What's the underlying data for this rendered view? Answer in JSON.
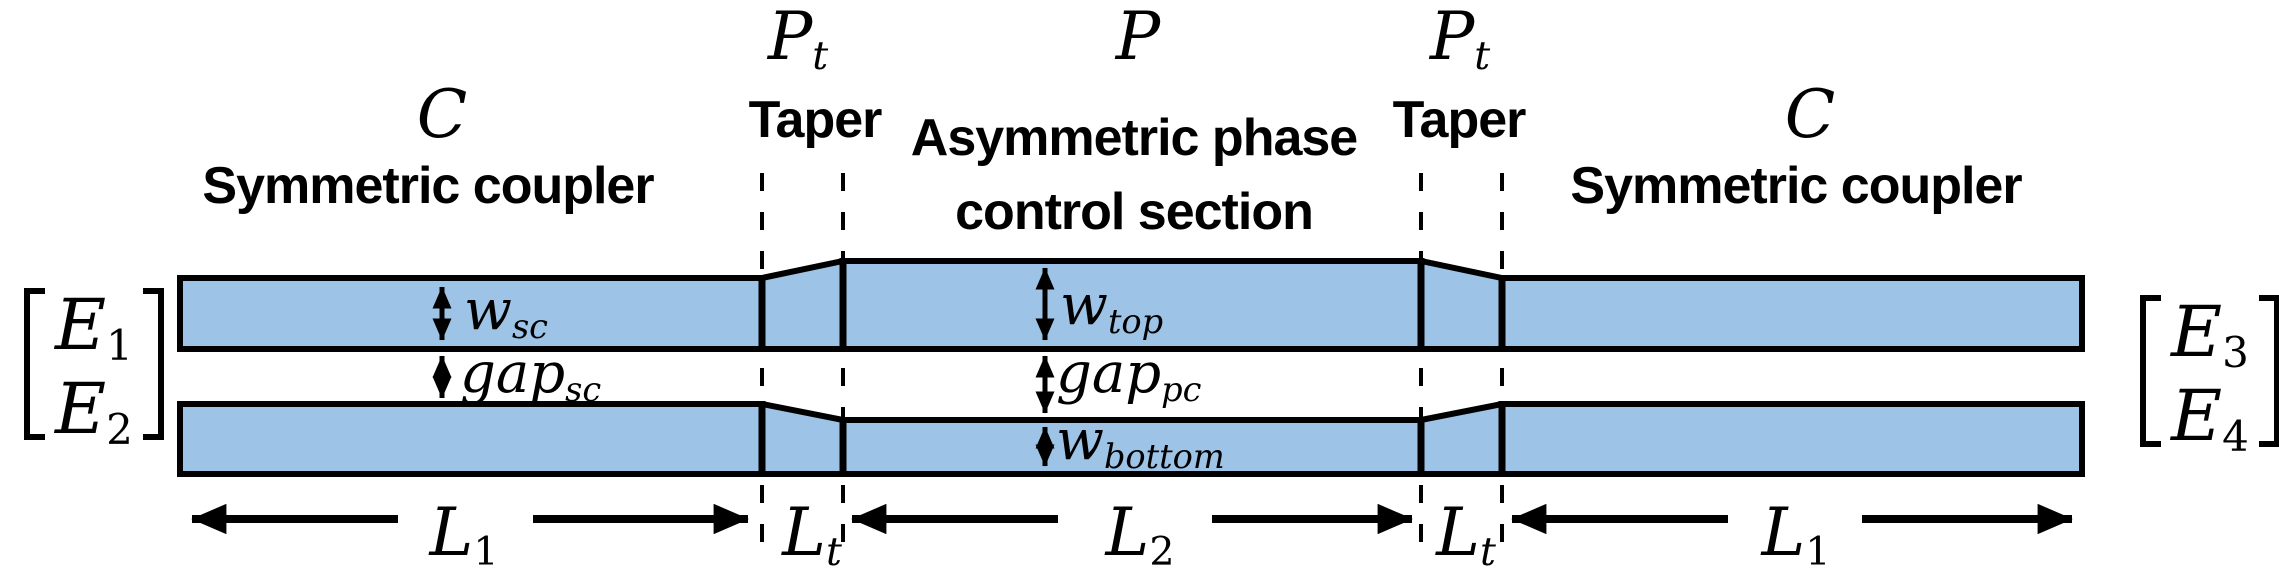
{
  "figure": {
    "type": "directional-coupler waveguide schematic",
    "background": "#FFFFFF"
  },
  "colors": {
    "waveguide_fill": "#9DC3E6",
    "outline": "#000000"
  },
  "sections": {
    "coupler_left": {
      "symbol": "C",
      "name": "Symmetric coupler"
    },
    "taper_left": {
      "symbol_base": "P",
      "symbol_sub": "t",
      "name": "Taper"
    },
    "phase_control": {
      "symbol": "P",
      "name_line1": "Asymmetric phase",
      "name_line2": "control section"
    },
    "taper_right": {
      "symbol_base": "P",
      "symbol_sub": "t",
      "name": "Taper"
    },
    "coupler_right": {
      "symbol": "C",
      "name": "Symmetric coupler"
    }
  },
  "ports": {
    "input_top": {
      "base": "E",
      "sub": "1"
    },
    "input_bottom": {
      "base": "E",
      "sub": "2"
    },
    "output_top": {
      "base": "E",
      "sub": "3"
    },
    "output_bottom": {
      "base": "E",
      "sub": "4"
    }
  },
  "dimensions": {
    "w_sc": {
      "base": "w",
      "sub": "sc"
    },
    "gap_sc": {
      "base": "gap",
      "sub": "sc"
    },
    "w_top": {
      "base": "w",
      "sub": "top"
    },
    "gap_pc": {
      "base": "gap",
      "sub": "pc"
    },
    "w_bottom": {
      "base": "w",
      "sub": "bottom"
    }
  },
  "lengths": {
    "l1_left": {
      "base": "L",
      "sub": "1"
    },
    "lt_left": {
      "base": "L",
      "sub": "t"
    },
    "l2": {
      "base": "L",
      "sub": "2"
    },
    "lt_right": {
      "base": "L",
      "sub": "t"
    },
    "l1_right": {
      "base": "L",
      "sub": "1"
    }
  }
}
